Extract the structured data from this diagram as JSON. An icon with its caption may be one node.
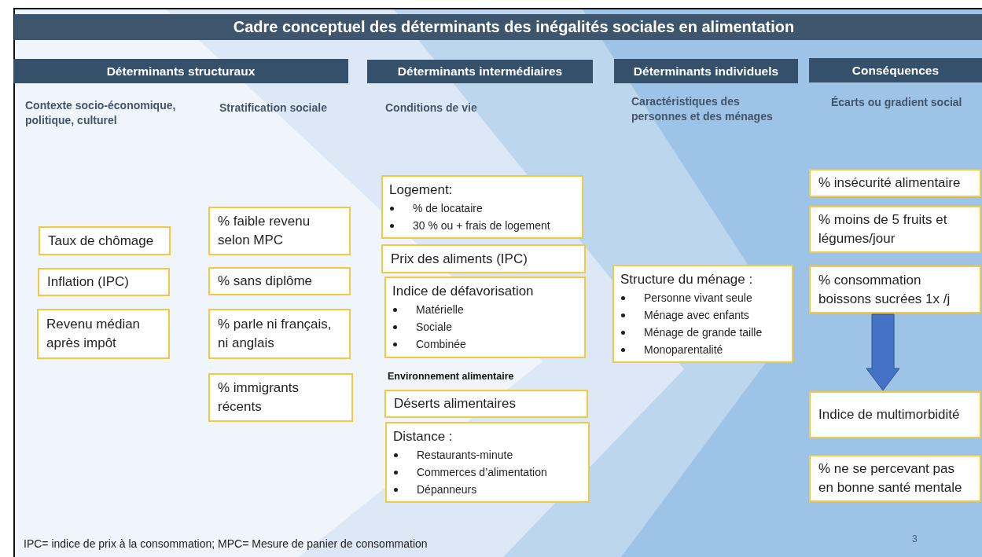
{
  "diagram": {
    "title": "Cadre conceptuel des déterminants des inégalités sociales en alimentation",
    "nodes": [
      {
        "text": [
          "Déterminants structuraux"
        ]
      },
      {
        "text": [
          "Déterminants intermédiaires"
        ]
      },
      {
        "text": [
          "Déterminants individuels"
        ]
      },
      {
        "text": [
          "Conséquences"
        ]
      },
      {
        "text": [
          "Taux de chômage"
        ]
      },
      {
        "text": [
          "Inflation (IPC)"
        ]
      },
      {
        "text": [
          "Revenu médian après impôt"
        ]
      },
      {
        "text": [
          "% faible revenu selon MPC"
        ]
      },
      {
        "text": [
          "% sans diplôme"
        ]
      },
      {
        "text": [
          "% parle ni français, ni anglais"
        ]
      },
      {
        "text": [
          "% immigrants récents"
        ]
      },
      {
        "text": [
          "Logement:",
          "% de locataire",
          "30 % ou + frais de logement"
        ]
      },
      {
        "text": [
          "Prix des aliments (IPC)"
        ]
      },
      {
        "text": [
          "Indice de défavorisation",
          "Matérielle",
          "Sociale",
          "Combinée"
        ]
      },
      {
        "text": [
          "Déserts alimentaires"
        ]
      },
      {
        "text": [
          "Distance :",
          "Restaurants-minute",
          "Commerces d’alimentation",
          "Dépanneurs"
        ]
      },
      {
        "text": [
          "Structure du ménage :",
          "Personne vivant seule",
          "Ménage avec enfants",
          "Ménage de grande taille",
          "Monoparentalité"
        ]
      },
      {
        "text": [
          "% insécurité alimentaire"
        ]
      },
      {
        "text": [
          "% moins de 5 fruits et légumes/jour"
        ]
      },
      {
        "text": [
          "% consommation boissons sucrées 1x /j"
        ]
      },
      {
        "text": [
          "Indice de multimorbidité"
        ]
      },
      {
        "text": [
          "% ne se percevant pas en bonne santé mentale"
        ]
      }
    ],
    "edges": [
      {
        "from": 19,
        "to": 20,
        "arrow": "to",
        "style": "thick",
        "color": "#4472c4"
      }
    ],
    "labels": [
      "Contexte socio-économique, politique, culturel",
      "Stratification sociale",
      "Conditions de vie",
      "Caractéristiques des personnes et des ménages",
      "Écarts ou gradient social",
      "Environnement alimentaire",
      "IPC= indice de prix à la consommation; MPC= Mesure de panier de consommation",
      "3"
    ]
  }
}
